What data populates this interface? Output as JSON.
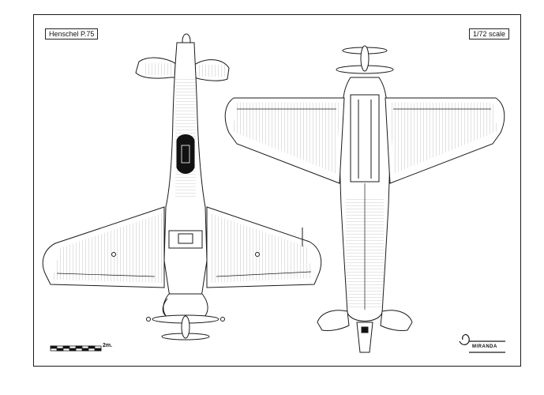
{
  "sheet": {
    "title": "Henschel P.75",
    "scale": "1/72 scale",
    "bar_label": "2m.",
    "maker": "MIRANDA"
  },
  "colors": {
    "ink": "#1a1a1a",
    "paper": "#ffffff",
    "canopy": "#111111"
  }
}
